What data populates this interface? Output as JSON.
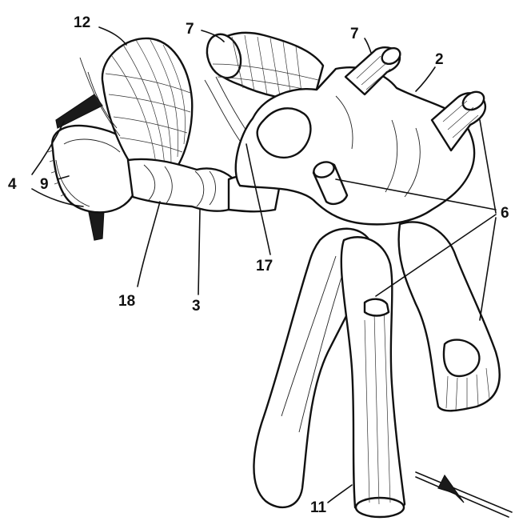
{
  "labels": {
    "l12": "12",
    "l7a": "7",
    "l7b": "7",
    "l2": "2",
    "l4": "4",
    "l9": "9",
    "l6": "6",
    "l17": "17",
    "l18": "18",
    "l3": "3",
    "l11": "11"
  }
}
